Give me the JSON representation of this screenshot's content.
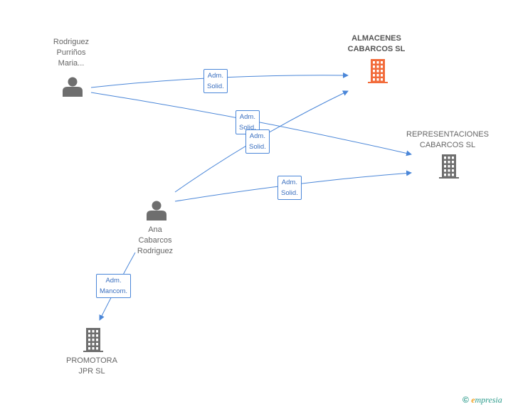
{
  "nodes": {
    "rodriguez": {
      "type": "person",
      "lines": [
        "Rodriguez",
        "Purriños",
        "Maria..."
      ]
    },
    "almacenes": {
      "type": "company-main",
      "lines": [
        "ALMACENES",
        "CABARCOS SL"
      ]
    },
    "representaciones": {
      "type": "company",
      "lines": [
        "REPRESENTACIONES",
        "CABARCOS SL"
      ]
    },
    "ana": {
      "type": "person",
      "lines": [
        "Ana",
        "Cabarcos",
        "Rodriguez"
      ]
    },
    "promotora": {
      "type": "company",
      "lines": [
        "PROMOTORA",
        "JPR SL"
      ]
    }
  },
  "edges": [
    {
      "from": "rodriguez",
      "to": "almacenes",
      "lines": [
        "Adm.",
        "Solid."
      ]
    },
    {
      "from": "rodriguez",
      "to": "representaciones",
      "lines": [
        "Adm.",
        "Solid."
      ]
    },
    {
      "from": "ana",
      "to": "almacenes",
      "lines": [
        "Adm.",
        "Solid."
      ]
    },
    {
      "from": "ana",
      "to": "representaciones",
      "lines": [
        "Adm.",
        "Solid."
      ]
    },
    {
      "from": "ana",
      "to": "promotora",
      "lines": [
        "Adm.",
        "Mancom."
      ]
    }
  ],
  "colors": {
    "edge": "#4a86d8",
    "person_icon": "#6e6e6e",
    "company_icon": "#6e6e6e",
    "company_main_icon": "#f26b3a"
  },
  "footer": {
    "copyright": "©",
    "brand_initial": "e",
    "brand_rest": "mpresia"
  }
}
